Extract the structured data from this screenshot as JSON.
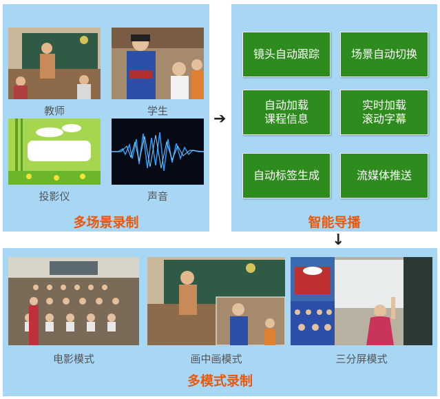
{
  "multi_scene": {
    "title": "多场景录制",
    "items": [
      {
        "caption": "教师"
      },
      {
        "caption": "学生"
      },
      {
        "caption": "投影仪"
      },
      {
        "caption": "声音"
      }
    ]
  },
  "smart_director": {
    "title": "智能导播",
    "buttons": [
      {
        "label": "镜头自动跟踪"
      },
      {
        "label": "场景自动切换"
      },
      {
        "label": "自动加载\n课程信息"
      },
      {
        "label": "实时加载\n滚动字幕"
      },
      {
        "label": "自动标签生成"
      },
      {
        "label": "流媒体推送"
      }
    ]
  },
  "multi_mode": {
    "title": "多模式录制",
    "modes": [
      {
        "caption": "电影模式"
      },
      {
        "caption": "画中画模式"
      },
      {
        "caption": "三分屏模式"
      }
    ]
  },
  "arrows": {
    "right": "➔",
    "down": "↓"
  },
  "colors": {
    "panel_bg": "#a8d6f5",
    "button_green": "#2e8b1e",
    "title_orange": "#e8590c"
  }
}
